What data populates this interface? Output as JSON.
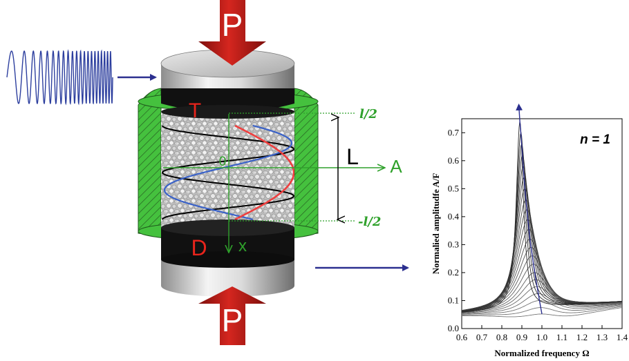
{
  "colors": {
    "accent_red": "#e8241c",
    "green": "#2fa12b",
    "navy": "#2b2f8f",
    "arrow_dark_red": "#9b1512",
    "signal_blue": "#2c3e9e"
  },
  "diagram": {
    "load_top_label": "P",
    "load_bottom_label": "P",
    "top_cap_label": "T",
    "bottom_cap_label": "D",
    "length_label": "L",
    "origin_label": "0",
    "x_axis_label": "x",
    "amplitude_axis_label": "A",
    "upper_bound_label": "l/2",
    "lower_bound_label": "-l/2",
    "input_signal_icon": "chirp-wave-icon"
  },
  "chart_data": {
    "type": "line",
    "annotation": "n = 1",
    "xlabel": "Normalized frequency Ω",
    "ylabel": "Normalied amplitudfe A/F",
    "xlim": [
      0.6,
      1.4
    ],
    "ylim": [
      0.0,
      0.75
    ],
    "x_ticks": [
      "0.6",
      "0.7",
      "0.8",
      "0.9",
      "1.0",
      "1.1",
      "1.2",
      "1.3",
      "1.4"
    ],
    "y_ticks": [
      "0.0",
      "0.1",
      "0.2",
      "0.3",
      "0.4",
      "0.5",
      "0.6",
      "0.7"
    ],
    "series_description": "family of resonance curves; peak shifts from Ω≈1.0 to Ω≈0.89 as peak amplitude grows from ≈0.05 to ≈0.74",
    "peaks": [
      {
        "omega": 1.0,
        "amp": 0.052
      },
      {
        "omega": 0.994,
        "amp": 0.075
      },
      {
        "omega": 0.988,
        "amp": 0.1
      },
      {
        "omega": 0.982,
        "amp": 0.125
      },
      {
        "omega": 0.976,
        "amp": 0.15
      },
      {
        "omega": 0.97,
        "amp": 0.175
      },
      {
        "omega": 0.964,
        "amp": 0.2
      },
      {
        "omega": 0.958,
        "amp": 0.23
      },
      {
        "omega": 0.952,
        "amp": 0.26
      },
      {
        "omega": 0.946,
        "amp": 0.29
      },
      {
        "omega": 0.94,
        "amp": 0.32
      },
      {
        "omega": 0.935,
        "amp": 0.355
      },
      {
        "omega": 0.93,
        "amp": 0.39
      },
      {
        "omega": 0.925,
        "amp": 0.425
      },
      {
        "omega": 0.92,
        "amp": 0.46
      },
      {
        "omega": 0.915,
        "amp": 0.5
      },
      {
        "omega": 0.911,
        "amp": 0.54
      },
      {
        "omega": 0.907,
        "amp": 0.58
      },
      {
        "omega": 0.903,
        "amp": 0.62
      },
      {
        "omega": 0.899,
        "amp": 0.66
      },
      {
        "omega": 0.895,
        "amp": 0.7
      },
      {
        "omega": 0.89,
        "amp": 0.74
      }
    ]
  }
}
